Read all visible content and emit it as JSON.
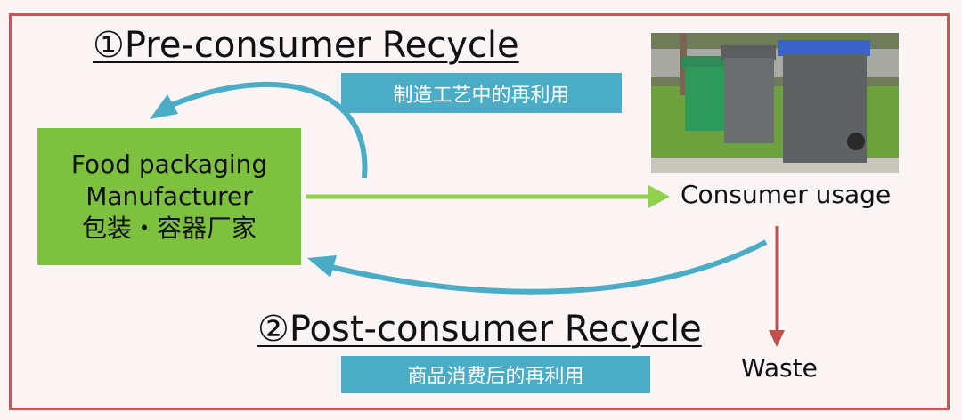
{
  "pre_title": "①Pre-consumer Recycle",
  "pre_subtitle": "制造工艺中的再利用",
  "manufacturer": {
    "line1": "Food packaging",
    "line2": "Manufacturer",
    "line3": "包装・容器厂家"
  },
  "consumer_label": "Consumer usage",
  "post_title": "②Post-consumer Recycle",
  "post_subtitle": "商品消费后的再利用",
  "waste_label": "Waste",
  "colors": {
    "frame": "#bf5a5a",
    "teal": "#4bacc6",
    "green": "#7dc13f",
    "waste_arrow": "#c0504d",
    "green_arrow": "#92d050"
  },
  "image": "recycling-bins-photo"
}
